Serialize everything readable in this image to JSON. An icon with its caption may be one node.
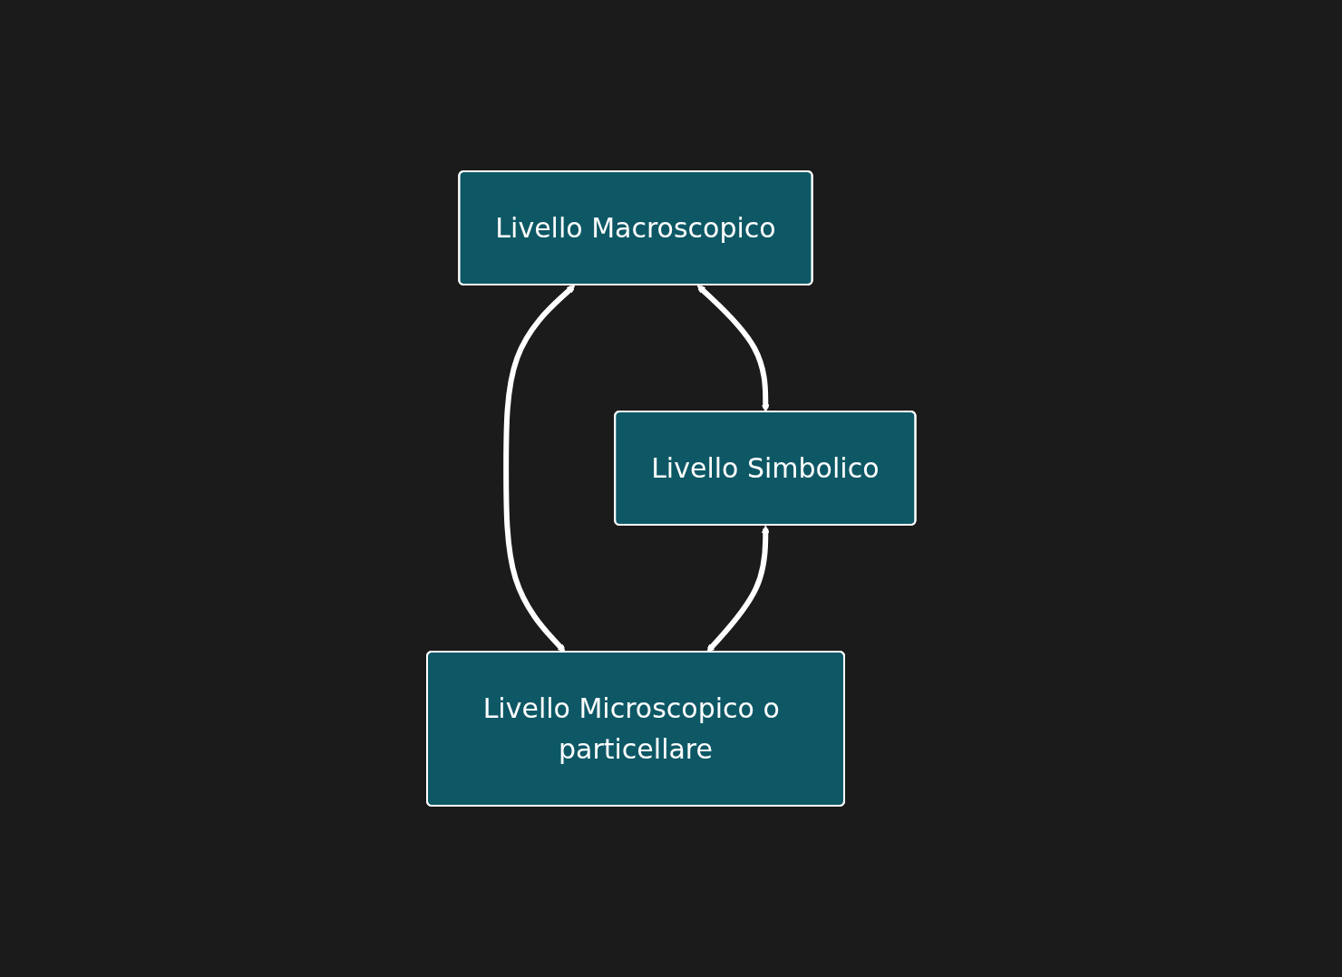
{
  "diagram": {
    "nodes": [
      {
        "text": [
          "Livello Macroscopico"
        ]
      },
      {
        "text": [
          "Livello Simbolico"
        ]
      },
      {
        "text": [
          "Livello Microscopico o particellare"
        ]
      }
    ],
    "edges": [
      {
        "from": 0,
        "to": 1,
        "arrow": "both"
      },
      {
        "from": 0,
        "to": 2,
        "arrow": "both"
      },
      {
        "from": 1,
        "to": 2,
        "arrow": "both"
      }
    ]
  }
}
